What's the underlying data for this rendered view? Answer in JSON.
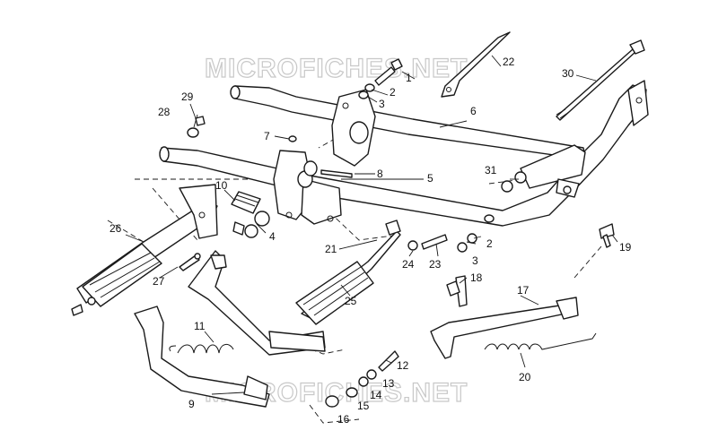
{
  "watermark": {
    "text": "MICROFICHES.NET"
  },
  "callouts": {
    "c1": "1",
    "c2a": "2",
    "c3a": "3",
    "c5": "5",
    "c6": "6",
    "c7": "7",
    "c8": "8",
    "c4": "4",
    "c9": "9",
    "c10": "10",
    "c11": "11",
    "c12": "12",
    "c13": "13",
    "c14": "14",
    "c15": "15",
    "c16": "16",
    "c17": "17",
    "c18": "18",
    "c19": "19",
    "c20": "20",
    "c21": "21",
    "c22": "22",
    "c23": "23",
    "c24": "24",
    "c25": "25",
    "c26": "26",
    "c27": "27",
    "c28": "28",
    "c29": "29",
    "c30": "30",
    "c31": "31",
    "c2b": "2",
    "c3b": "3"
  }
}
